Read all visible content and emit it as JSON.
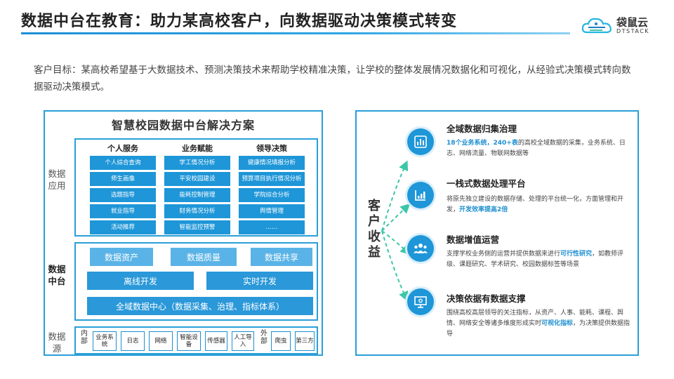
{
  "header": {
    "title": "数据中台在教育：助力某高校客户，向数据驱动决策模式转变",
    "logo_text": "袋鼠云",
    "logo_sub": "DTSTACK"
  },
  "goal": {
    "text": "客户目标：某高校希望基于大数据技术、预测决策技术来帮助学校精准决策，让学校的整体发展情况数据化和可视化，从经验式决策模式转向数据驱动决策模式。"
  },
  "solution": {
    "title": "智慧校园数据中台解决方案",
    "labels": {
      "app": "数据应用",
      "mid": "数据中台",
      "src": "数据源"
    },
    "app_columns": [
      {
        "head": "个人服务",
        "items": [
          "个人综合查询",
          "师生画像",
          "选题指导",
          "就业指导",
          "活动推荐"
        ]
      },
      {
        "head": "业务赋能",
        "items": [
          "学工情况分析",
          "平安校园建设",
          "能耗控制管理",
          "财务情况分析",
          "智能监控预警"
        ]
      },
      {
        "head": "领导决策",
        "items": [
          "健康情况填报分析",
          "预算项目执行情况分析",
          "学院综合分析",
          "舆情管理",
          "……"
        ]
      }
    ],
    "mid": {
      "row1": [
        "数据资产",
        "数据质量",
        "数据共享"
      ],
      "row2": [
        "离线开发",
        "实时开发"
      ],
      "row3": "全域数据中心（数据采集、治理、指标体系）"
    },
    "src": {
      "internal_label": "内部",
      "external_label": "外部",
      "internal": [
        "业务系统",
        "日志",
        "网络",
        "智能设备",
        "传感器",
        "人工导入"
      ],
      "external": [
        "爬虫",
        "第三方"
      ]
    }
  },
  "benefits": {
    "label": "客户收益",
    "items": [
      {
        "icon": "chart-icon",
        "title": "全域数据归集治理",
        "desc_hl": "18个业务系统，240+表",
        "desc": "的高校全域数据的采集，业务系统、日志、网络流量、物联网数据等"
      },
      {
        "icon": "bar-chart-icon",
        "title": "一栈式数据处理平台",
        "desc": "将原先独立建设的数据存储、处理的平台统一化，方面管理和开发，",
        "desc_hl": "开发效率提高2倍"
      },
      {
        "icon": "people-icon",
        "title": "数据增值运营",
        "desc": "支撑学校业务侧的运营并提供数据来进行",
        "desc_hl": "可行性研究",
        "desc2": "，如教师评级、课题研究、学术研究、校园数据标签等场景"
      },
      {
        "icon": "presentation-icon",
        "title": "决策依据有数据支撑",
        "desc": "围绕高校高层领导的关注指标，从资产、人事、能耗、课程、舆情、网络安全等诸多维度形成实时",
        "desc_hl": "可视化指标",
        "desc2": "，为决策提供数据指导"
      }
    ]
  },
  "colors": {
    "primary": "#1e96d8",
    "border": "#2a9fd8",
    "light": "#5ab3e6",
    "arrow": "#3cc7a8"
  }
}
